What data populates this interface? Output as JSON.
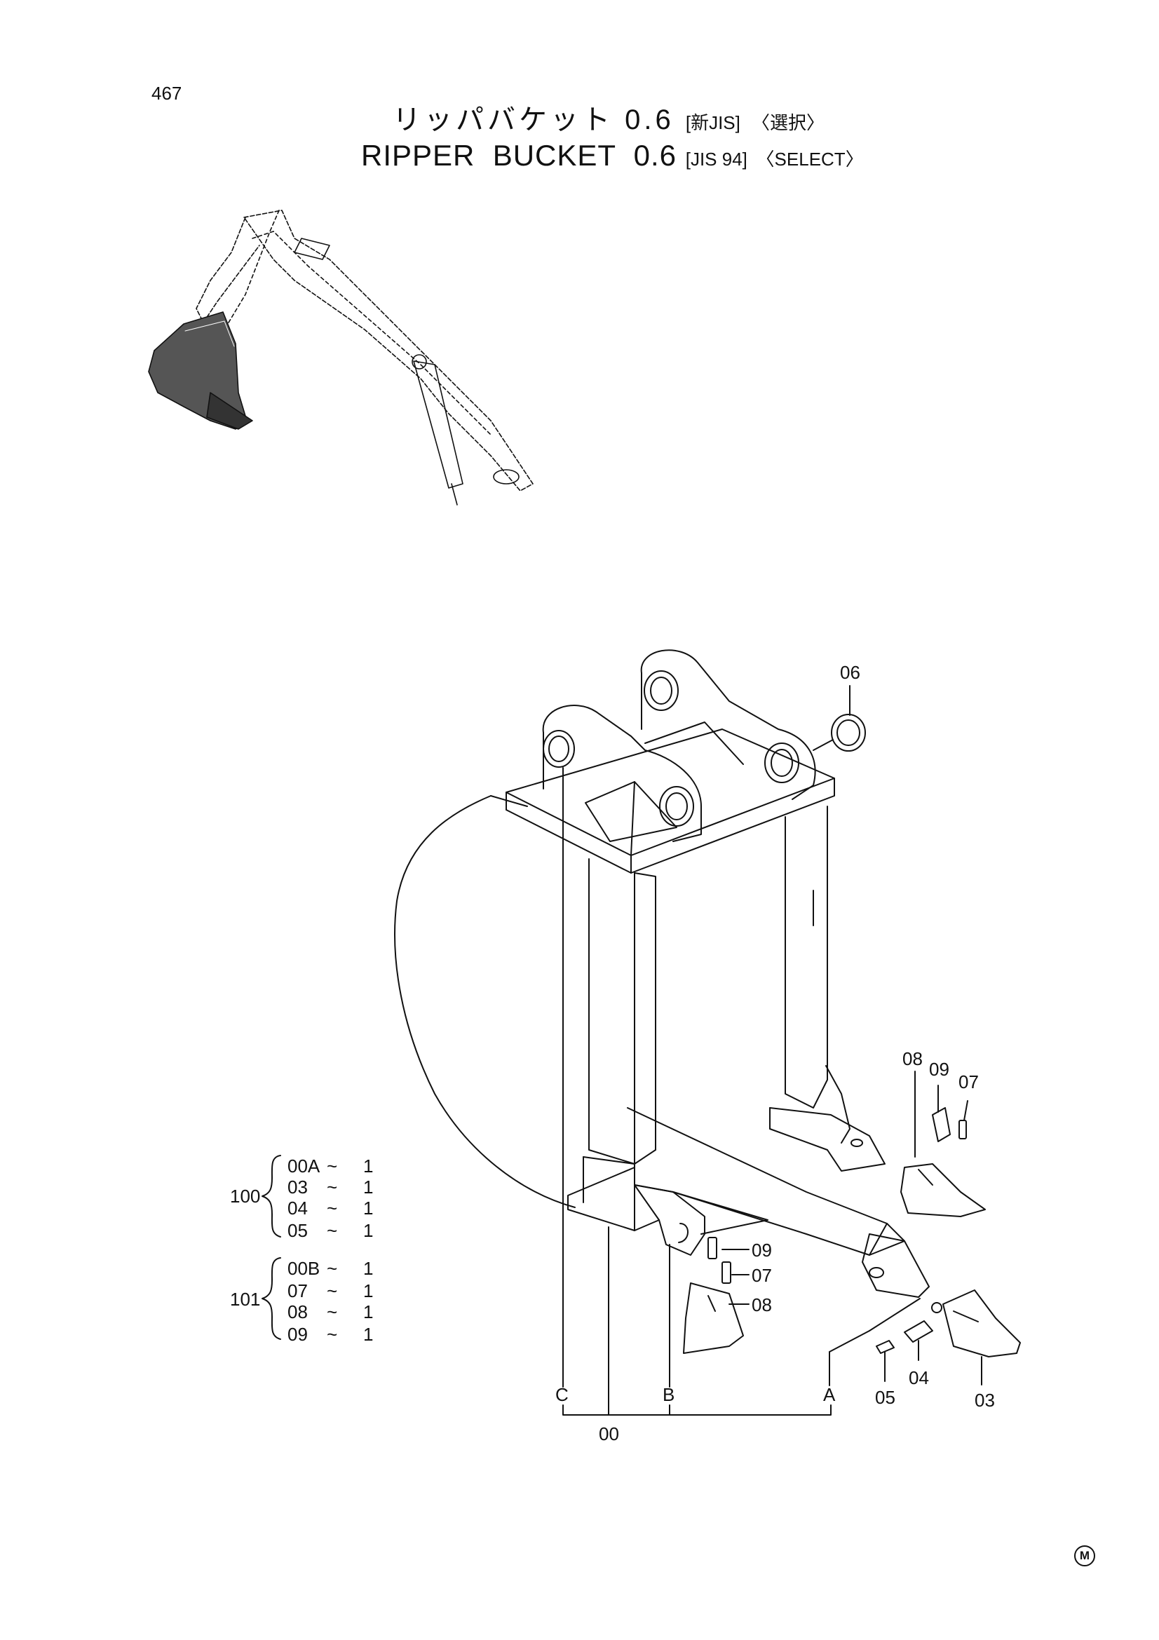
{
  "page_number": "467",
  "title_jp": {
    "main": "リッパバケット 0.6",
    "std": "[新JIS]",
    "sel": "〈選択〉"
  },
  "title_en": {
    "main": "RIPPER  BUCKET  0.6",
    "std": "[JIS 94]",
    "sel": "〈SELECT〉"
  },
  "callouts": {
    "p06": "06",
    "p08": "08",
    "p09a": "09",
    "p07a": "07",
    "p09b": "09",
    "p07b": "07",
    "p08b": "08",
    "p05": "05",
    "p04": "04",
    "p03": "03",
    "p00": "00",
    "refC": "C",
    "refB": "B",
    "refA": "A"
  },
  "kits": [
    {
      "kit": "100",
      "rows": [
        {
          "part": "00A",
          "sep": "~",
          "qty": "1"
        },
        {
          "part": "03",
          "sep": "~",
          "qty": "1"
        },
        {
          "part": "04",
          "sep": "~",
          "qty": "1"
        },
        {
          "part": "05",
          "sep": "~",
          "qty": "1"
        }
      ]
    },
    {
      "kit": "101",
      "rows": [
        {
          "part": "00B",
          "sep": "~",
          "qty": "1"
        },
        {
          "part": "07",
          "sep": "~",
          "qty": "1"
        },
        {
          "part": "08",
          "sep": "~",
          "qty": "1"
        },
        {
          "part": "09",
          "sep": "~",
          "qty": "1"
        }
      ]
    }
  ],
  "mark": "M",
  "colors": {
    "ink": "#111111",
    "paper": "#ffffff",
    "shade": "#555555"
  }
}
